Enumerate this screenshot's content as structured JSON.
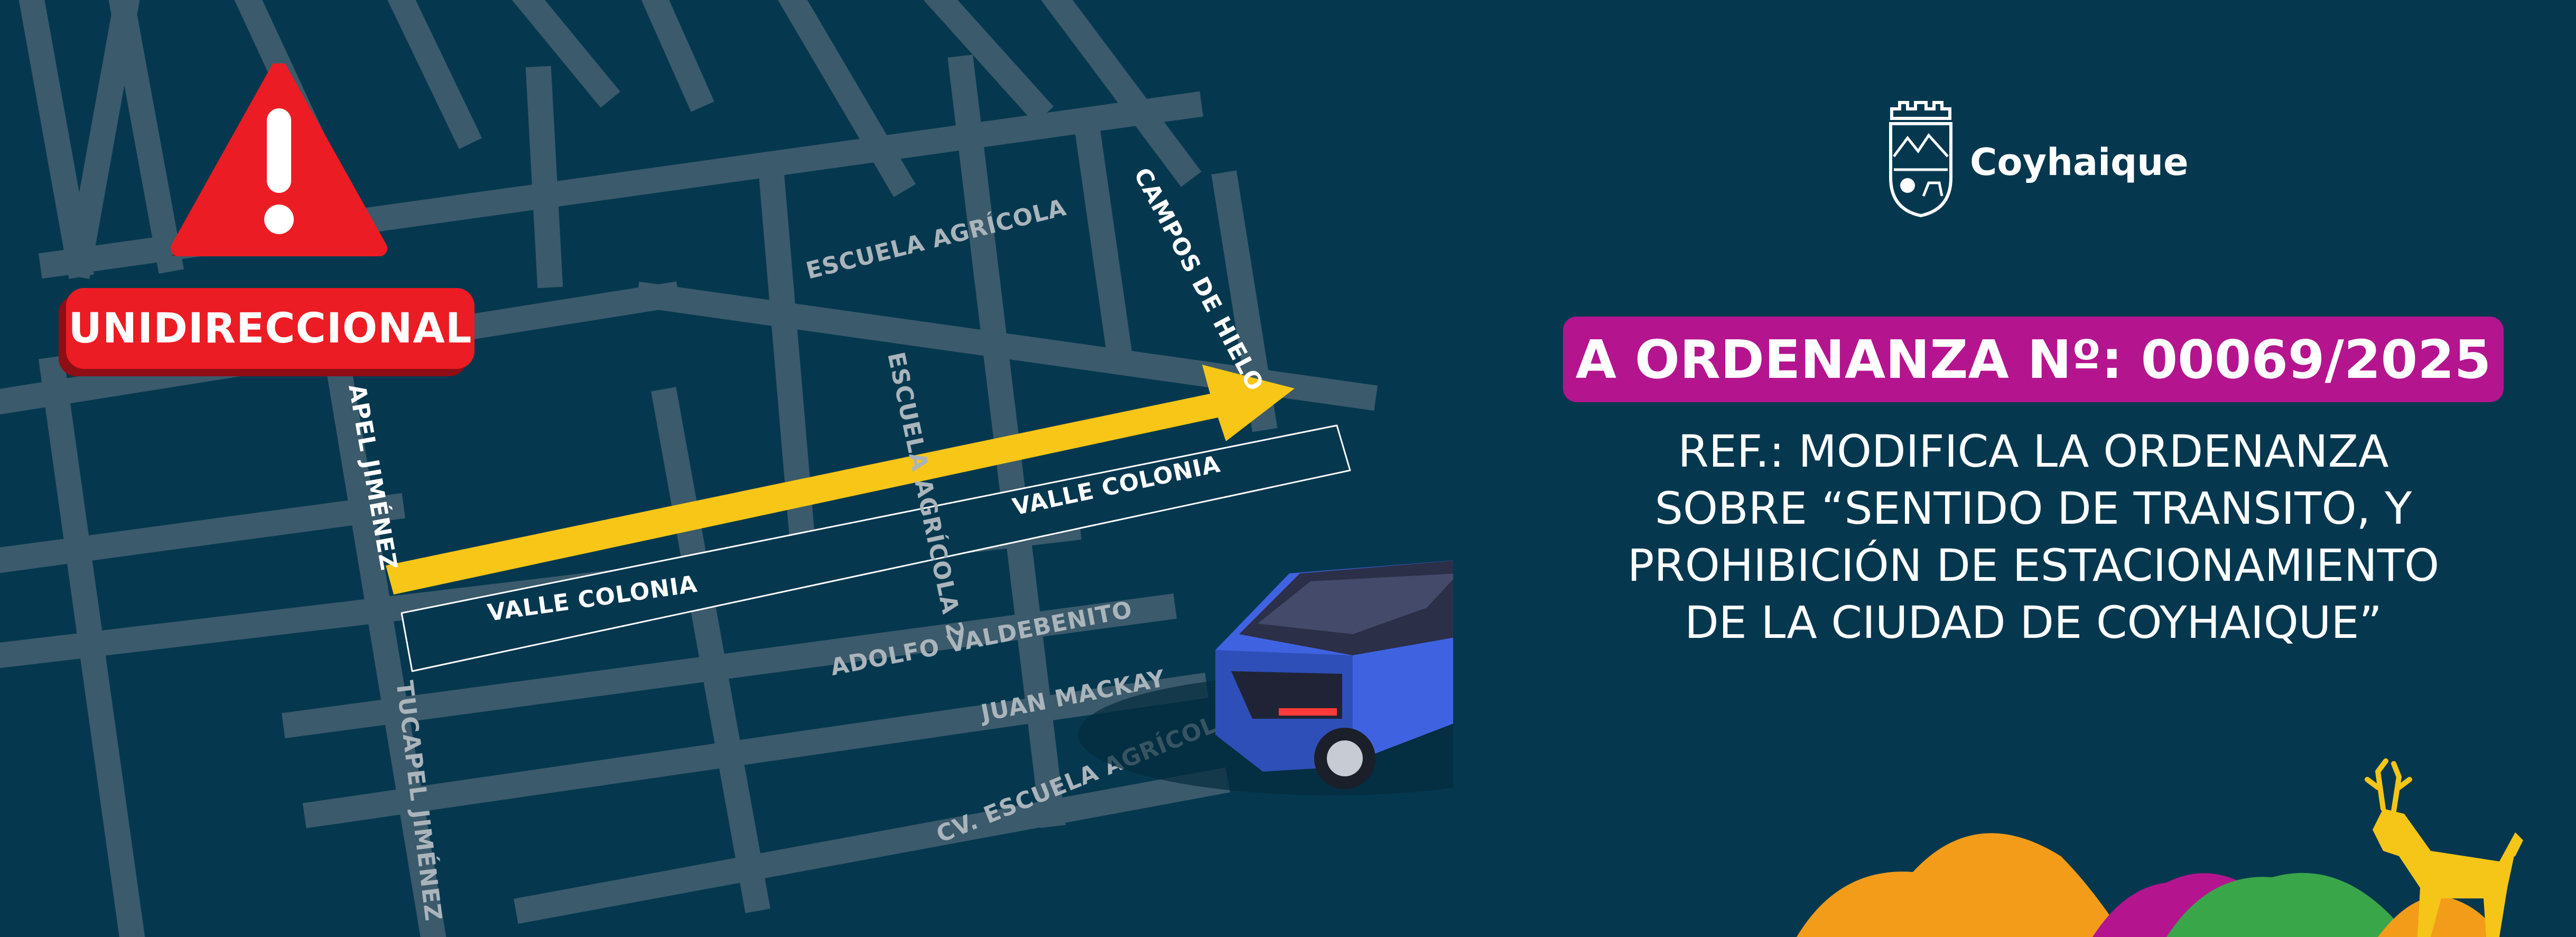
{
  "warning": {
    "label": "UNIDIRECCIONAL",
    "icon": "warning-triangle-icon"
  },
  "brand": {
    "name": "Coyhaique",
    "icon": "coat-of-arms-icon"
  },
  "ordinance": {
    "number_line": "A ORDENANZA Nº: 00069/2025"
  },
  "reference": {
    "lines": [
      "REF.: MODIFICA LA ORDENANZA",
      "SOBRE “SENTIDO DE TRANSITO, Y",
      "PROHIBICIÓN DE ESTACIONAMIENTO",
      "DE LA CIUDAD DE COYHAIQUE”"
    ]
  },
  "map": {
    "streets": {
      "escuela_agricola_top": "ESCUELA AGRÍCOLA",
      "campos_de_hielo": "CAMPOS DE HIELO",
      "tucapel_top": "APEL JIMÉNEZ",
      "escuela_agricola_2": "ESCUELA AGRÍCOLA 2",
      "valle_colonia_right": "VALLE COLONIA",
      "valle_colonia_left": "VALLE COLONIA",
      "adolfo_valdebenito": "ADOLFO VALDEBENITO",
      "juan_mackay": "JUAN MACKAY",
      "cv_escuela_agricola": "CV. ESCUELA AGRÍCOLA",
      "tucapel_bottom": "TUCAPEL JIMÉNEZ"
    }
  },
  "colors": {
    "background": "#05384f",
    "grid": "#3b5a6b",
    "arrow": "#f8c617",
    "warning_red": "#ec1c24",
    "banner_magenta": "#b5148f",
    "car_blue": "#3f63e0"
  }
}
